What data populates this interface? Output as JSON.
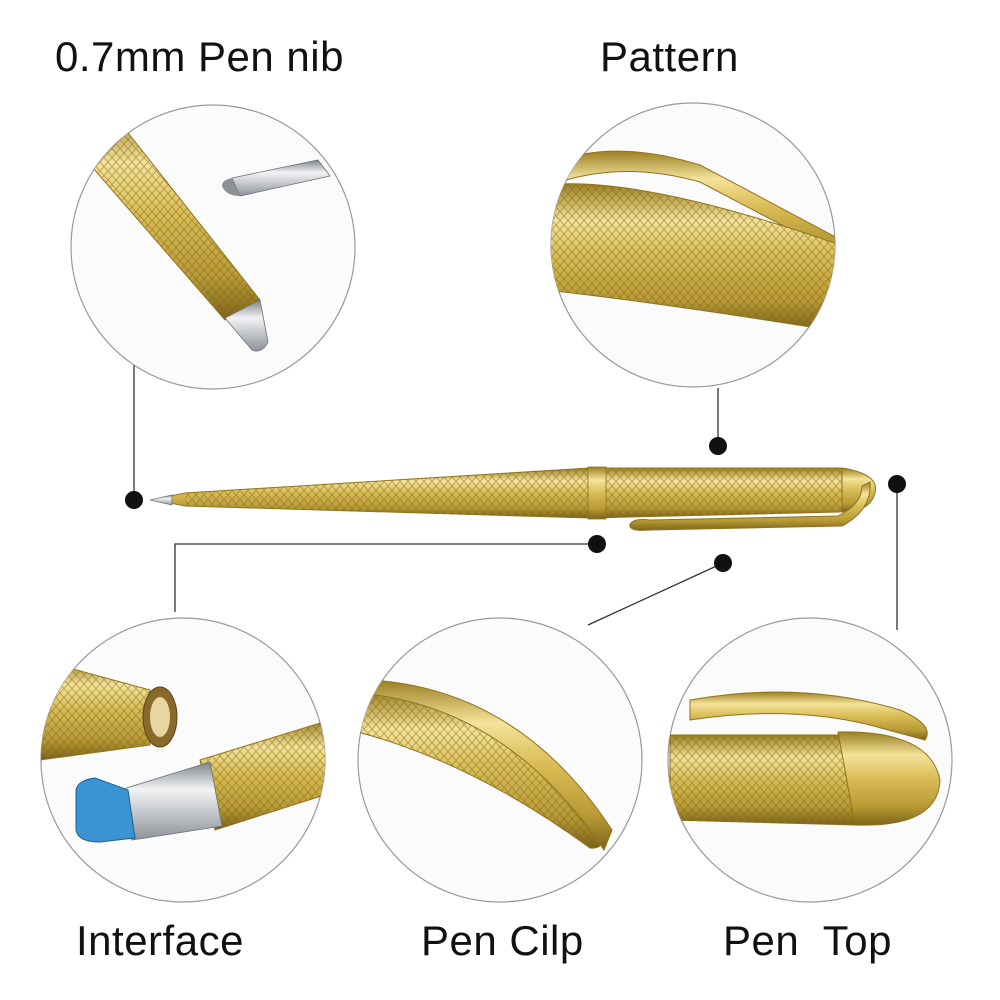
{
  "labels": {
    "nib": "0.7mm Pen nib",
    "pattern": "Pattern",
    "interface": "Interface",
    "clip": "Pen Cilp",
    "top": "Pen  Top"
  },
  "colors": {
    "gold": "#d9bc55",
    "gold_light": "#f4e39a",
    "gold_dark": "#9c7f22",
    "silver": "#b9bdc2",
    "blue_tip": "#3b93d4",
    "callout_dot": "#111111"
  }
}
